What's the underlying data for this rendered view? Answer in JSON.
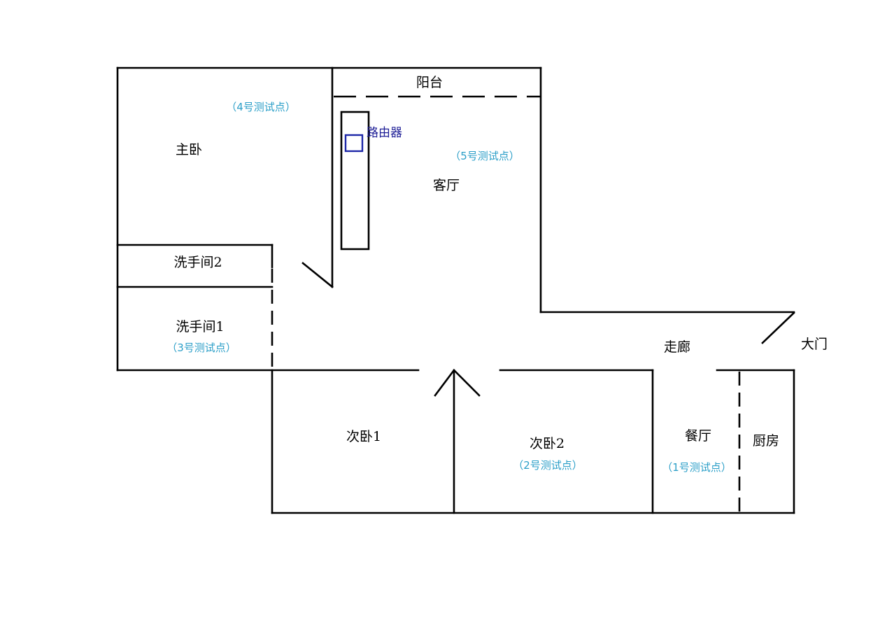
{
  "rooms": {
    "balcony": "阳台",
    "master_bedroom": "主卧",
    "living_room": "客厅",
    "bathroom_2": "洗手间2",
    "bathroom_1": "洗手间1",
    "corridor": "走廊",
    "main_door": "大门",
    "second_bedroom_1": "次卧1",
    "second_bedroom_2": "次卧2",
    "dining_room": "餐厅",
    "kitchen": "厨房"
  },
  "router": {
    "label": "路由器"
  },
  "test_points": {
    "tp1": "（1号测试点）",
    "tp2": "（2号测试点）",
    "tp3": "（3号测试点）",
    "tp4": "（4号测试点）",
    "tp5": "（5号测试点）"
  },
  "colors": {
    "wall": "#000000",
    "test_point": "#2c9fc8",
    "router": "#1e1e96",
    "router_box": "#1d27a8",
    "background": "#ffffff"
  }
}
